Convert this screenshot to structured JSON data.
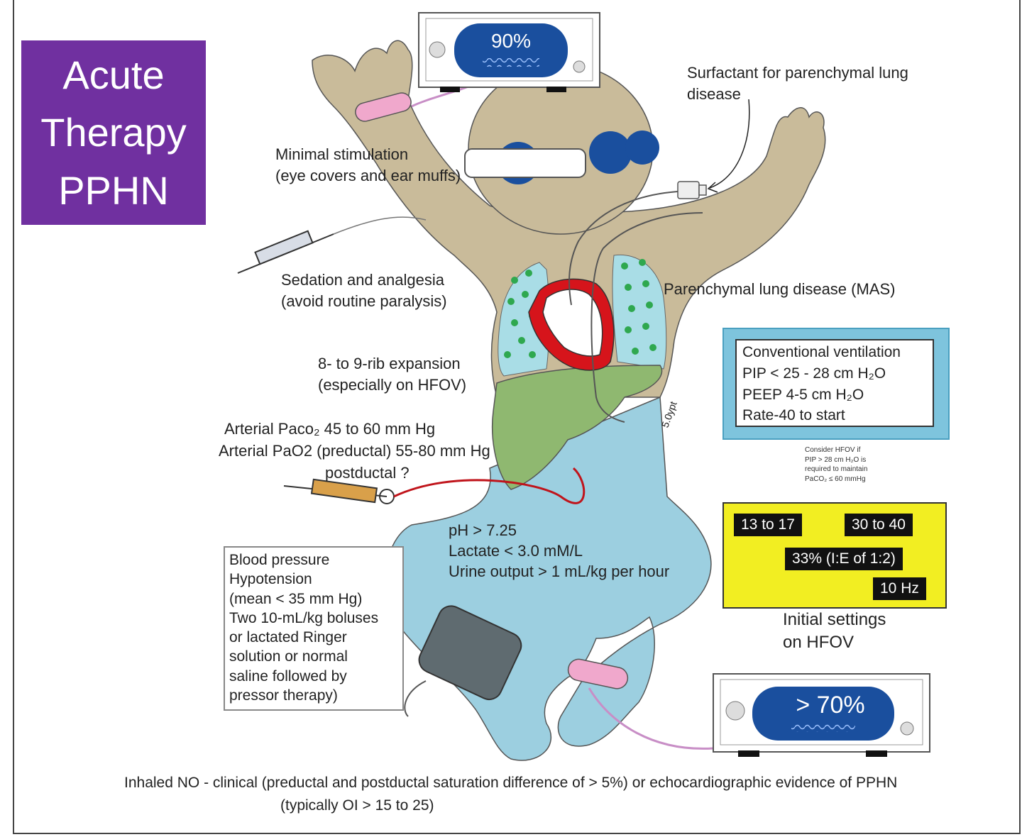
{
  "title": {
    "line1": "Acute",
    "line2": "Therapy",
    "line3": "PPHN"
  },
  "top_monitor": {
    "value": "90%"
  },
  "bottom_monitor": {
    "value": "> 70%"
  },
  "labels": {
    "surfactant": [
      "Surfactant for parenchymal lung",
      "disease"
    ],
    "minimal_stim": [
      "Minimal stimulation",
      "(eye covers and ear muffs)"
    ],
    "sedation": [
      "Sedation and analgesia",
      "(avoid routine paralysis)"
    ],
    "parenchymal": "Parenchymal lung disease (MAS)",
    "rib": [
      "8- to 9-rib expansion",
      "(especially on HFOV)"
    ],
    "arterial_paco2": "Arterial Paco₂ 45 to 60 mm Hg",
    "arterial_pao2": "Arterial PaO2 (preductal) 55-80 mm Hg",
    "postductal": "postductal ?",
    "ph": "pH > 7.25",
    "lactate": "Lactate < 3.0 mM/L",
    "urine": "Urine output > 1 mL/kg per hour",
    "initial_settings": [
      "Initial settings",
      "on HFOV"
    ],
    "inhaled_no": "Inhaled NO - clinical (preductal and postductal  saturation difference of > 5%) or echocardiographic evidence of PPHN",
    "typically_oi": "(typically OI > 15 to 25)",
    "tube_mark": "5.0ypt"
  },
  "conventional_ventilation": [
    "Conventional ventilation",
    "PIP < 25 - 28 cm H₂O",
    "PEEP 4-5 cm H₂O",
    "Rate-40 to start"
  ],
  "consider_hfov": [
    "Consider HFOV if",
    "PIP > 28 cm H₂O is",
    "required to maintain",
    "PaCO₂ ≤ 60 mmHg"
  ],
  "hfov_settings": {
    "a": "13 to 17",
    "b": "30 to 40",
    "c": "33% (I:E of 1:2)",
    "d": "10 Hz"
  },
  "blood_pressure": [
    "Blood pressure",
    "Hypotension",
    "(mean < 35 mm Hg)",
    "Two 10-mL/kg boluses",
    "or lactated Ringer",
    "solution or normal",
    "saline followed by",
    "pressor therapy)"
  ],
  "colors": {
    "title_bg": "#7030a0",
    "skin_upper": "#c9bb9a",
    "skin_lower": "#9ccfe0",
    "lung": "#a9dde6",
    "lung_dots": "#2fa84f",
    "liver": "#8fb870",
    "heart": "#d6141b",
    "monitor_screen": "#1a4f9e",
    "hfov_panel": "#f2ee22",
    "cv_panel": "#7ec4dd",
    "band": "#f0a8cc"
  }
}
